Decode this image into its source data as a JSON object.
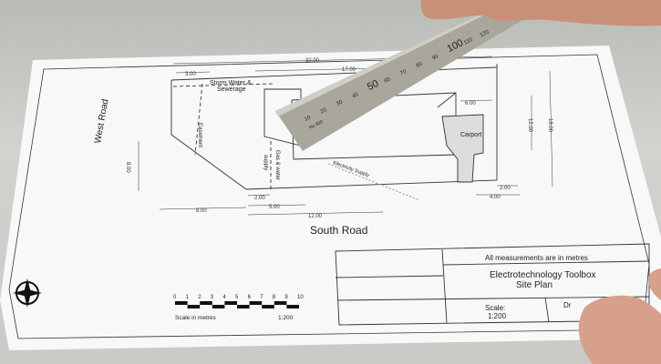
{
  "plan": {
    "road_west": "West Road",
    "road_south": "South Road",
    "labels": {
      "storm_water": "Storm Water &",
      "sewerage": "Sewerage",
      "easement": "Easement",
      "gas_water": "Gas & water",
      "supply": "supply",
      "electricity": "Electricity Supply",
      "carport": "Carport"
    },
    "dimensions": {
      "d32": "32.00",
      "d17": "17.00",
      "d3": "3.00",
      "d6": "6.00",
      "d12v": "12.00",
      "d18": "18.00",
      "d8v": "8.00",
      "d8": "8.00",
      "d2a": "2.00",
      "d5": "5.00",
      "d12": "12.00",
      "d2b": "2.00",
      "d4": "4.00"
    },
    "scale_bar": {
      "ticks": [
        "0",
        "1",
        "2",
        "3",
        "4",
        "5",
        "6",
        "7",
        "8",
        "9",
        "10"
      ],
      "caption": "Scale in metres",
      "ratio": "1:200"
    },
    "title_block": {
      "note": "All measurements are in metres",
      "title1": "Electrotechnology Toolbox",
      "title2": "Site Plan",
      "scale_label": "Scale:",
      "scale_value": "1:200",
      "drawn_partial": "Dr"
    }
  },
  "ruler": {
    "numbers": [
      "10",
      "20",
      "30",
      "40",
      "50",
      "60",
      "70",
      "80",
      "90",
      "100",
      "110",
      "120"
    ],
    "model": "No.300"
  },
  "colors": {
    "paper": "#f7f8f8",
    "ruler": "#a9a79c",
    "skin": "#d9a48c"
  }
}
